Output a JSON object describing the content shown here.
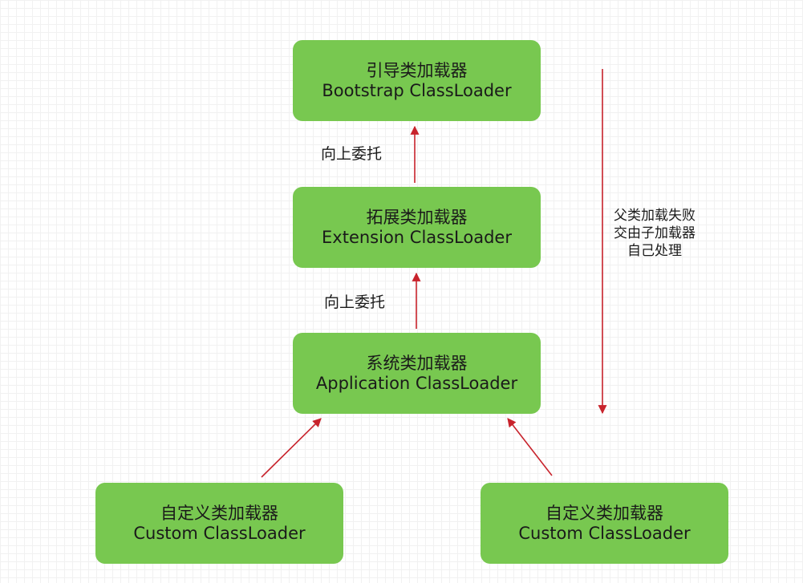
{
  "colors": {
    "node_fill": "#78c850",
    "arrow": "#c8232c"
  },
  "nodes": {
    "bootstrap": {
      "cn": "引导类加载器",
      "en": "Bootstrap ClassLoader"
    },
    "extension": {
      "cn": "拓展类加载器",
      "en": "Extension ClassLoader"
    },
    "application": {
      "cn": "系统类加载器",
      "en": "Application ClassLoader"
    },
    "custom_left": {
      "cn": "自定义类加载器",
      "en": "Custom ClassLoader"
    },
    "custom_right": {
      "cn": "自定义类加载器",
      "en": "Custom ClassLoader"
    }
  },
  "edge_labels": {
    "ext_to_boot": "向上委托",
    "app_to_ext": "向上委托"
  },
  "side_note": {
    "line1": "父类加载失败",
    "line2": "交由子加载器",
    "line3": "自己处理"
  }
}
